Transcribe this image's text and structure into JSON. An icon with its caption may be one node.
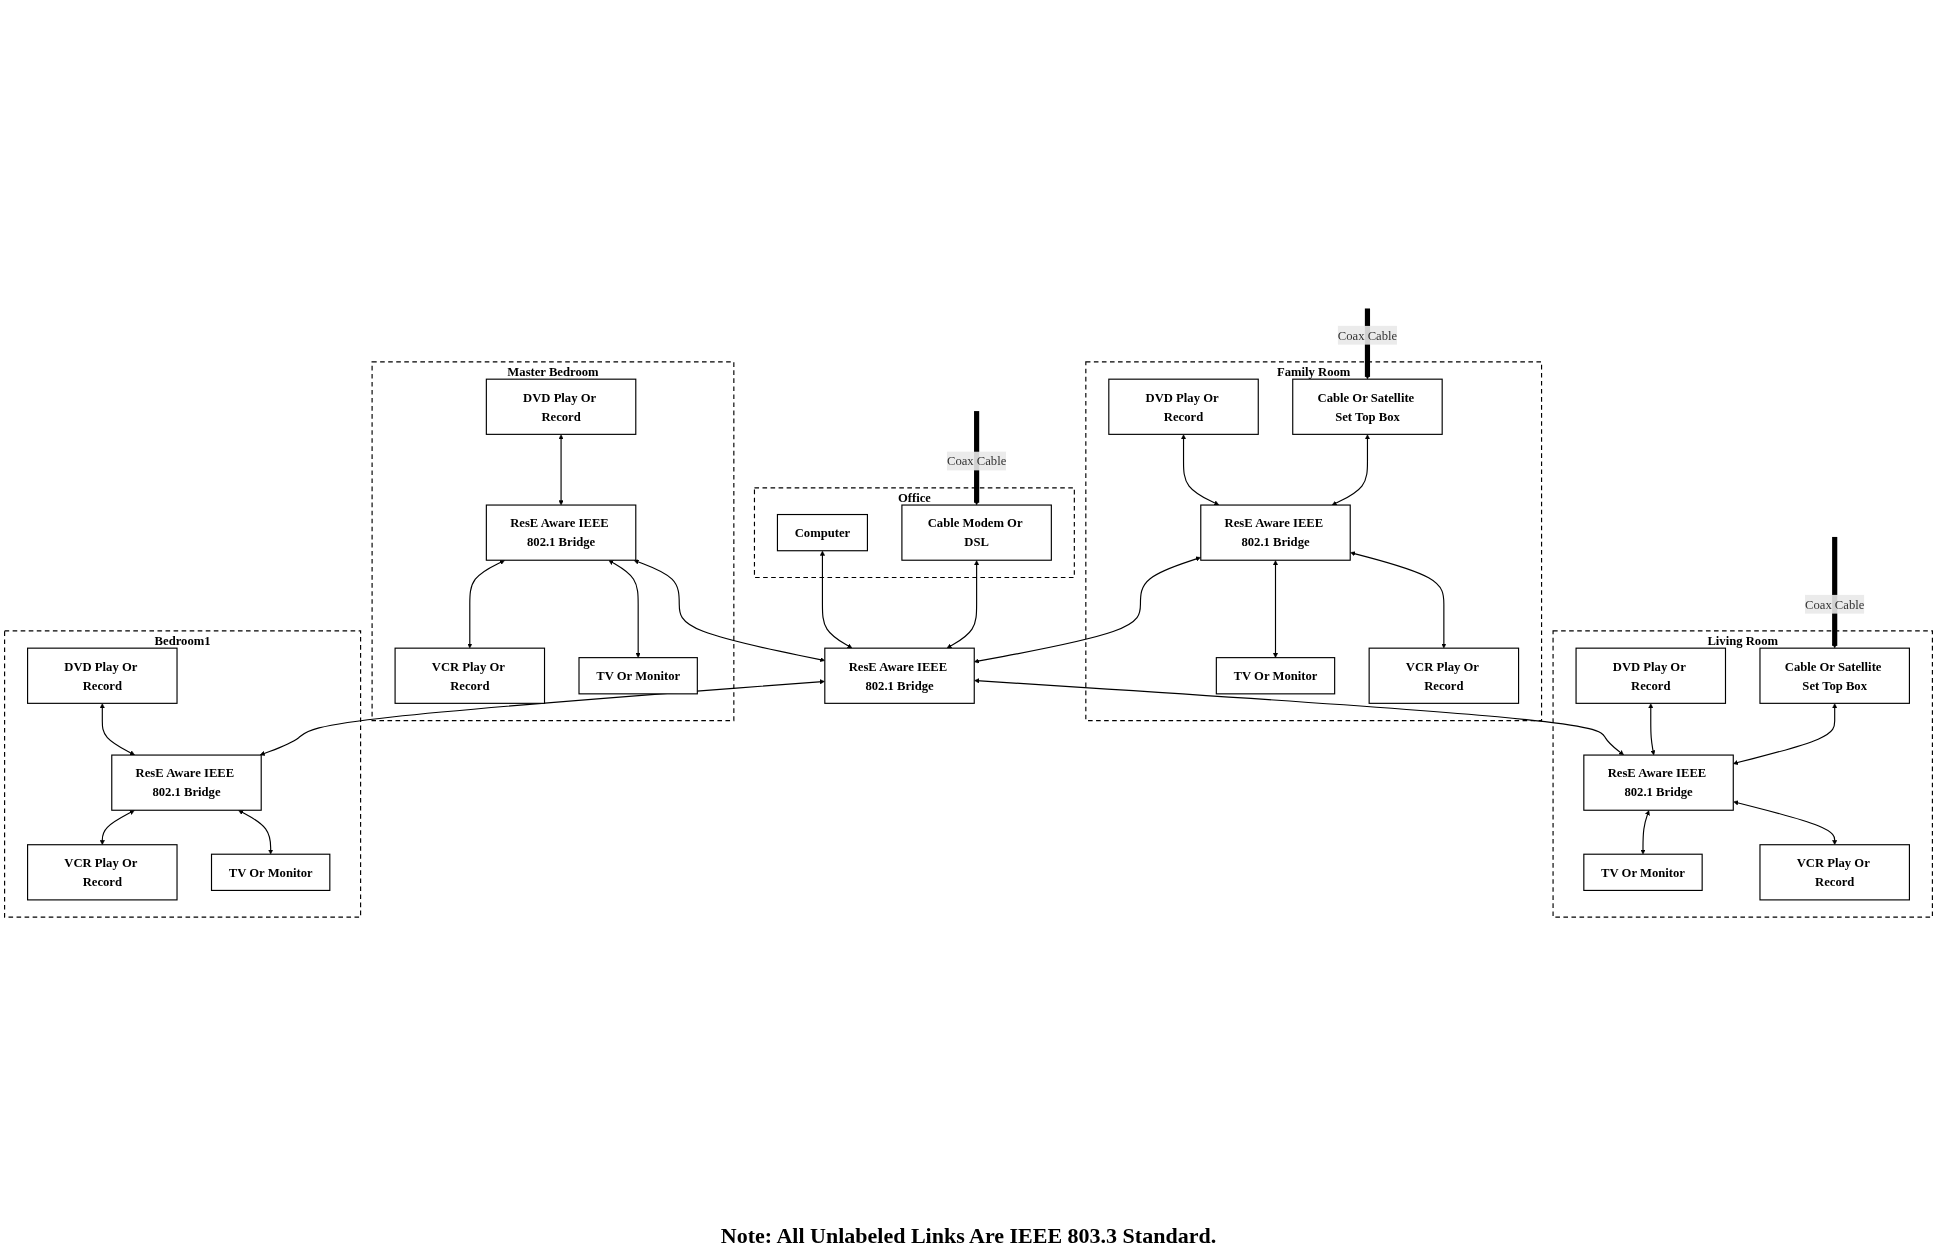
{
  "diagram": {
    "nodes": [
      {
        "text": [
          "Family Room"
        ]
      },
      {
        "text": [
          "Cable Or Satellite Set Top Box"
        ],
        "in": 0
      },
      {
        "text": [
          "DVD Play Or Record"
        ],
        "in": 0
      },
      {
        "text": [
          "ResE Aware IEEE 802.1 Bridge"
        ],
        "in": 0
      },
      {
        "text": [
          "TV Or Monitor"
        ],
        "in": 0
      },
      {
        "text": [
          "VCR Play Or Record"
        ],
        "in": 0
      },
      {
        "text": [
          "Office"
        ]
      },
      {
        "text": [
          "Cable Modem Or DSL"
        ],
        "in": 6
      },
      {
        "text": [
          "Computer"
        ],
        "in": 6
      },
      {
        "text": [
          "Master Bedroom"
        ]
      },
      {
        "text": [
          "DVD Play Or Record"
        ],
        "in": 9
      },
      {
        "text": [
          "ResE Aware IEEE 802.1 Bridge"
        ],
        "in": 9
      },
      {
        "text": [
          "VCR Play Or Record"
        ],
        "in": 9
      },
      {
        "text": [
          "TV Or Monitor"
        ],
        "in": 9
      },
      {
        "text": [
          "Living Room"
        ]
      },
      {
        "text": [
          "Cable Or Satellite Set Top Box"
        ],
        "in": 14
      },
      {
        "text": [
          "DVD Play Or Record"
        ],
        "in": 14
      },
      {
        "text": [
          "ResE Aware IEEE 802.1 Bridge"
        ],
        "in": 14
      },
      {
        "text": [
          "TV Or Monitor"
        ],
        "in": 14
      },
      {
        "text": [
          "VCR Play Or Record"
        ],
        "in": 14
      },
      {
        "text": [
          "ResE Aware IEEE 802.1 Bridge"
        ]
      },
      {
        "text": [
          "Bedroom1"
        ]
      },
      {
        "text": [
          "DVD Play Or Record"
        ],
        "in": 21
      },
      {
        "text": [
          "ResE Aware IEEE 802.1 Bridge"
        ],
        "in": 21
      },
      {
        "text": [
          "VCR Play Or Record"
        ],
        "in": 21
      },
      {
        "text": [
          "TV Or Monitor"
        ],
        "in": 21
      }
    ],
    "edges": [
      {
        "from": null,
        "to": 1,
        "arrow": "to",
        "label": "Coax Cable",
        "style": "thick"
      },
      {
        "from": 1,
        "to": 3,
        "arrow": "both"
      },
      {
        "from": 2,
        "to": 3,
        "arrow": "both"
      },
      {
        "from": 3,
        "to": 4,
        "arrow": "both"
      },
      {
        "from": 3,
        "to": 5,
        "arrow": "both"
      },
      {
        "from": null,
        "to": 7,
        "arrow": "to",
        "label": "Coax Cable",
        "style": "thick"
      },
      {
        "from": 3,
        "to": 20,
        "arrow": "both"
      },
      {
        "from": 7,
        "to": 20,
        "arrow": "both"
      },
      {
        "from": 8,
        "to": 20,
        "arrow": "both"
      },
      {
        "from": 11,
        "to": 20,
        "arrow": "both"
      },
      {
        "from": 10,
        "to": 11,
        "arrow": "both"
      },
      {
        "from": 11,
        "to": 12,
        "arrow": "both"
      },
      {
        "from": 11,
        "to": 13,
        "arrow": "both"
      },
      {
        "from": null,
        "to": 15,
        "arrow": "to",
        "label": "Coax Cable",
        "style": "thick"
      },
      {
        "from": 15,
        "to": 17,
        "arrow": "both"
      },
      {
        "from": 16,
        "to": 17,
        "arrow": "both"
      },
      {
        "from": 17,
        "to": 18,
        "arrow": "both"
      },
      {
        "from": 17,
        "to": 19,
        "arrow": "both"
      },
      {
        "from": 20,
        "to": 17,
        "arrow": "both"
      },
      {
        "from": 20,
        "to": 23,
        "arrow": "both"
      },
      {
        "from": 22,
        "to": 23,
        "arrow": "both"
      },
      {
        "from": 23,
        "to": 24,
        "arrow": "both"
      },
      {
        "from": 23,
        "to": 25,
        "arrow": "both"
      }
    ],
    "labels": [
      "Note: All Unlabeled Links Are IEEE 803.3 Standard."
    ]
  }
}
